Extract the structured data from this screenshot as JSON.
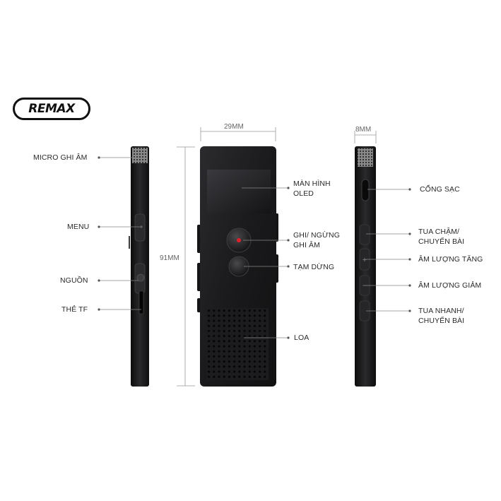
{
  "brand": "REMAX",
  "dimensions": {
    "width": "29MM",
    "height": "91MM",
    "depth": "8MM"
  },
  "left_labels": {
    "mic": "MICRO GHI ÂM",
    "menu": "MENU",
    "power": "NGUỒN",
    "tf": "THẺ TF"
  },
  "center_labels": {
    "screen_line1": "MÀN HÌNH",
    "screen_line2": "OLED",
    "record_line1": "GHI/ NGỪNG",
    "record_line2": "GHI ÂM",
    "pause": "TẠM DỪNG",
    "speaker": "LOA"
  },
  "right_labels": {
    "charge": "CỔNG SẠC",
    "rewind_line1": "TUA CHẬM/",
    "rewind_line2": "CHUYỂN BÀI",
    "vol_up": "ÂM LƯỢNG TĂNG",
    "vol_down": "ÂM LƯỢNG GIẢM",
    "forward_line1": "TUA NHANH/",
    "forward_line2": "CHUYỂN BÀI"
  },
  "colors": {
    "device": "#1b1b1d",
    "record_dot": "#e0202a",
    "line": "#999999"
  }
}
